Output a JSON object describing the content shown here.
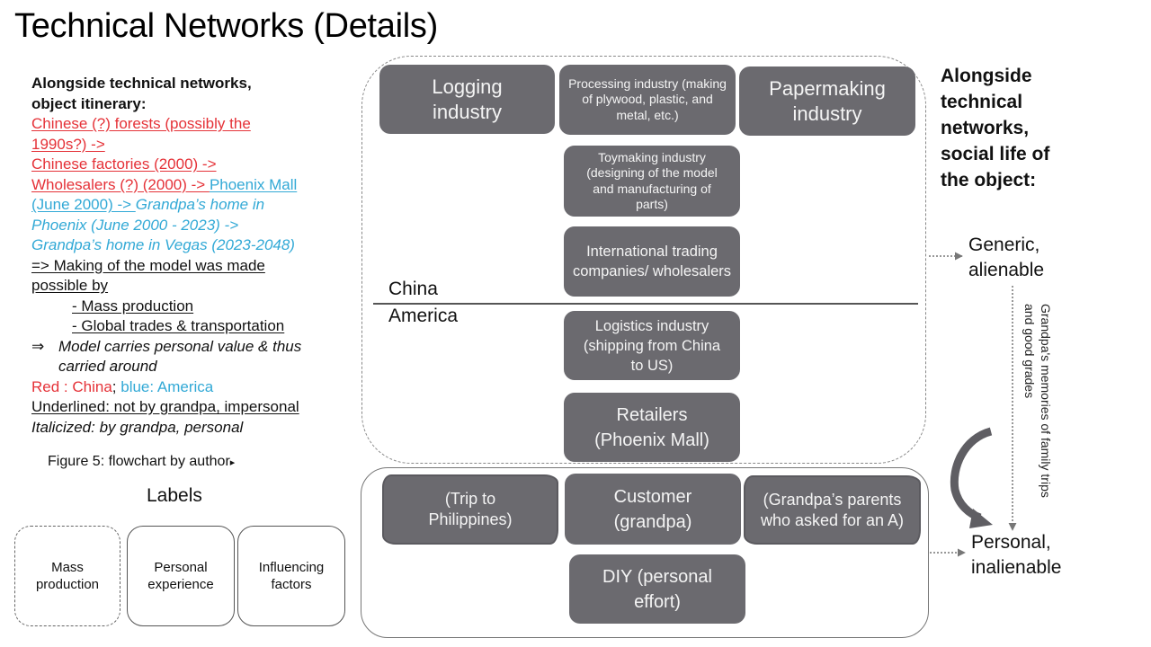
{
  "title": "Technical Networks (Details)",
  "notes": {
    "heading_line1": "Alongside technical networks,",
    "heading_line2": "object itinerary:",
    "itinerary_red_1": "Chinese (?) forests (possibly the",
    "itinerary_red_2": "1990s?) ->",
    "itinerary_red_3": "Chinese factories (2000) ->",
    "itinerary_red_4": "Wholesalers (?) (2000) -> ",
    "itinerary_blue_1": "Phoenix Mall",
    "itinerary_blue_2": "(June 2000) -> ",
    "itinerary_blue_italic_1": "Grandpa’s home in",
    "itinerary_blue_italic_2": "Phoenix (June 2000 - 2023) ->",
    "itinerary_blue_italic_3": "Grandpa’s home in Vegas (2023-2048)",
    "making_1": "=> Making of the model was made",
    "making_2": "possible by",
    "bullet_1": "- Mass production",
    "bullet_2": "- Global trades & transportation",
    "implies_symbol": "⇒",
    "implication_1": "Model carries personal value & thus",
    "implication_2": "carried around",
    "legend_red": "Red : China",
    "legend_sep": ";",
    "legend_blue": " blue: America",
    "legend_underlined": "Underlined: not by grandpa, impersonal",
    "legend_italic": "Italicized: by grandpa, personal"
  },
  "figure_caption": "Figure 5: flowchart by author",
  "figure_caption_marker": "▸",
  "labels": {
    "title": "Labels",
    "items": [
      {
        "text": "Mass production",
        "style": "dashed"
      },
      {
        "text": "Personal experience",
        "style": "solid"
      },
      {
        "text": "Influencing factors",
        "style": "wavy"
      }
    ]
  },
  "regions": {
    "china": "China",
    "america": "America"
  },
  "nodes": {
    "logging": "Logging industry",
    "processing": "Processing industry (making of plywood, plastic, and metal, etc.)",
    "papermaking": "Papermaking industry",
    "toymaking": "Toymaking industry (designing of the model and manufacturing of parts)",
    "trading": "International trading companies/ wholesalers",
    "logistics": "Logistics industry (shipping from China to US)",
    "retailers": "Retailers (Phoenix Mall)",
    "trip": "(Trip to Philippines)",
    "customer": "Customer (grandpa)",
    "parents": "(Grandpa’s parents who asked for an A)",
    "diy": "DIY (personal effort)"
  },
  "right": {
    "heading": "Alongside technical networks, social life of the object:",
    "generic": "Generic, alienable",
    "personal": "Personal, inalienable",
    "memories": "Grandpa's memories of family trips and good grades"
  },
  "colors": {
    "node_fill": "#6b6a6f",
    "china_red": "#e53238",
    "america_blue": "#32a9d6",
    "arrow_gray": "#5f5e63"
  }
}
